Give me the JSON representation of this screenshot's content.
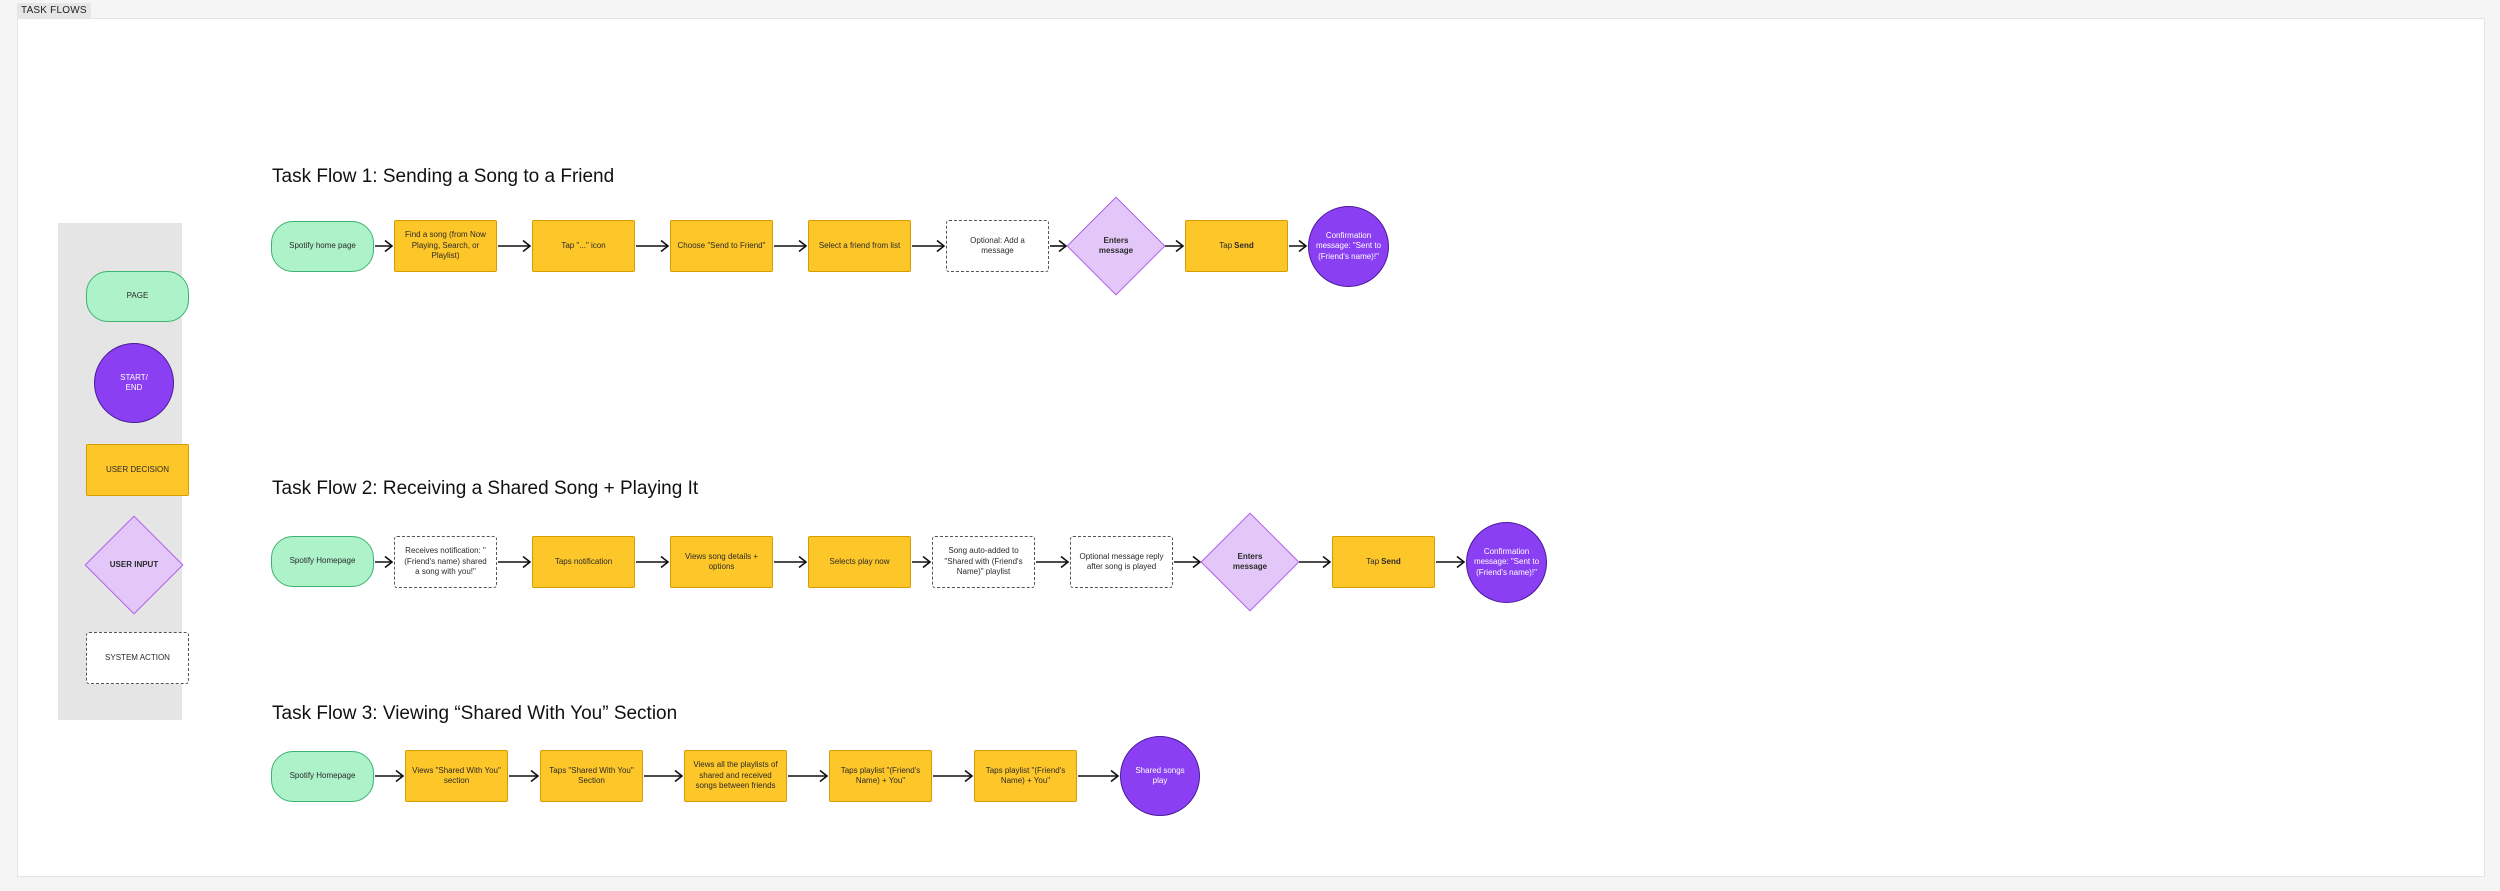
{
  "frame_label": "TASK FLOWS",
  "legend": {
    "page": "PAGE",
    "start_end": "START/\nEND",
    "user_decision": "USER DECISION",
    "user_input": "USER INPUT",
    "system_action": "SYSTEM ACTION"
  },
  "flow1": {
    "title": "Task Flow 1: Sending a Song to a Friend",
    "n1": "Spotify home page",
    "n2": "Find a song (from Now Playing, Search, or Playlist)",
    "n3": "Tap \"...\" icon",
    "n4": "Choose \"Send to Friend\"",
    "n5": "Select a friend from list",
    "n6": "Optional: Add a message",
    "n7": "Enters\nmessage",
    "n8_prefix": "Tap ",
    "n8_bold": "Send",
    "n9": "Confirmation message: \"Sent to (Friend's name)!\""
  },
  "flow2": {
    "title": "Task Flow 2: Receiving a Shared Song + Playing It",
    "n1": "Spotify Homepage",
    "n2": "Receives notification: \"(Friend's name) shared a song with you!\"",
    "n3": "Taps notification",
    "n4": "Views song details + options",
    "n5": "Selects play now",
    "n6": "Song auto-added to \"Shared with (Friend's Name)\" playlist",
    "n7": "Optional message reply after song is played",
    "n8": "Enters\nmessage",
    "n9_prefix": "Tap ",
    "n9_bold": "Send",
    "n10": "Confirmation message: \"Sent to (Friend's name)!\""
  },
  "flow3": {
    "title": "Task Flow 3: Viewing “Shared With You” Section",
    "n1": "Spotify Homepage",
    "n2": "Views \"Shared With You\" section",
    "n3": "Taps \"Shared With You\" Section",
    "n4": "Views all the playlists of shared and received songs between friends",
    "n5": "Taps playlist \"(Friend's Name) + You\"",
    "n6": "Taps playlist \"(Friend's Name) + You\"",
    "n7": "Shared songs play"
  },
  "colors": {
    "page_fill": "#aef2c9",
    "page_border": "#3cb371",
    "action_fill": "#fec729",
    "circle_fill": "#8b3ff2",
    "diamond_fill": "#e2c7f8",
    "legend_bg": "#e5e5e5"
  }
}
